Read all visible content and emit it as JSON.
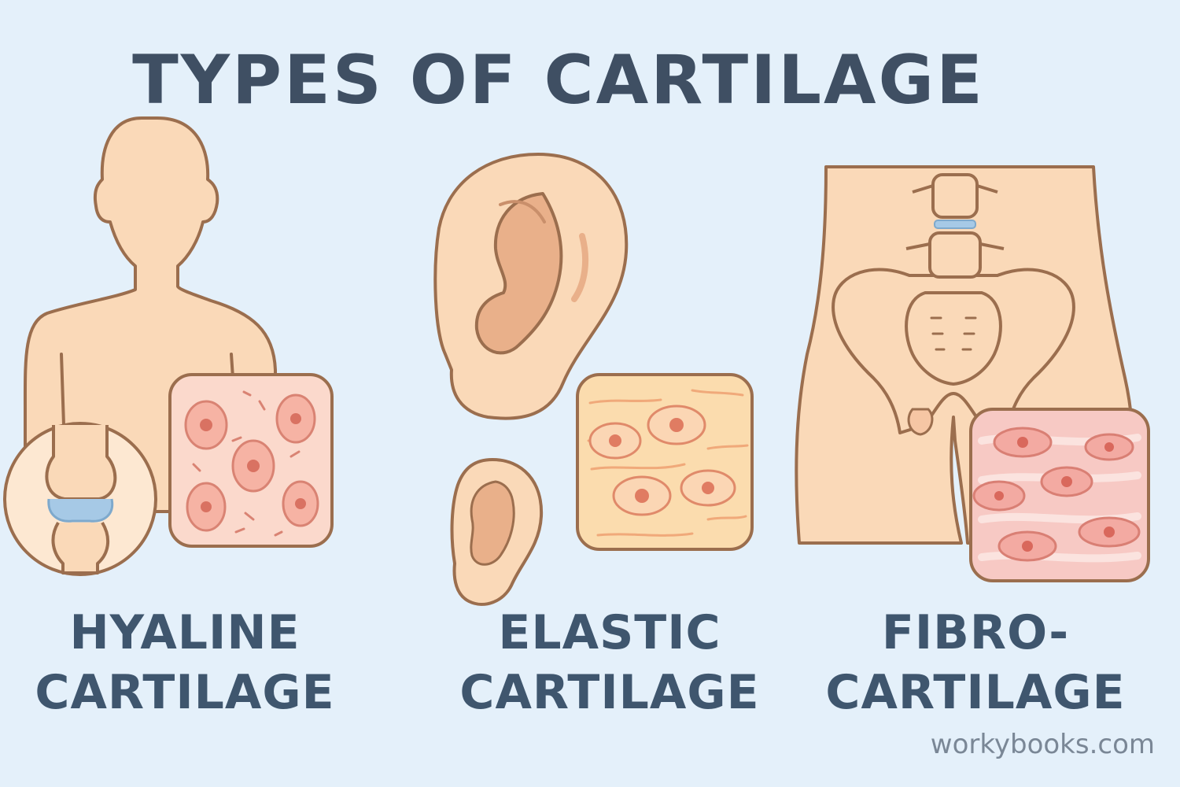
{
  "title": "TYPES OF CARTILAGE",
  "types": [
    {
      "line1": "HYALINE",
      "line2": "CARTILAGE"
    },
    {
      "line1": "ELASTIC",
      "line2": "CARTILAGE"
    },
    {
      "line1": "FIBRO-",
      "line2": "CARTILAGE"
    }
  ],
  "footer": "workybooks.com",
  "colors": {
    "background": "#e4f0fa",
    "skin": "#fad9b8",
    "outline": "#9b6e4e",
    "text": "#3f566e",
    "hyaline_tissue": "#fbd9cc",
    "elastic_tissue": "#fbdcae",
    "fibro_tissue": "#f7c9c4",
    "cartilage_blue": "#a6c9e6"
  }
}
